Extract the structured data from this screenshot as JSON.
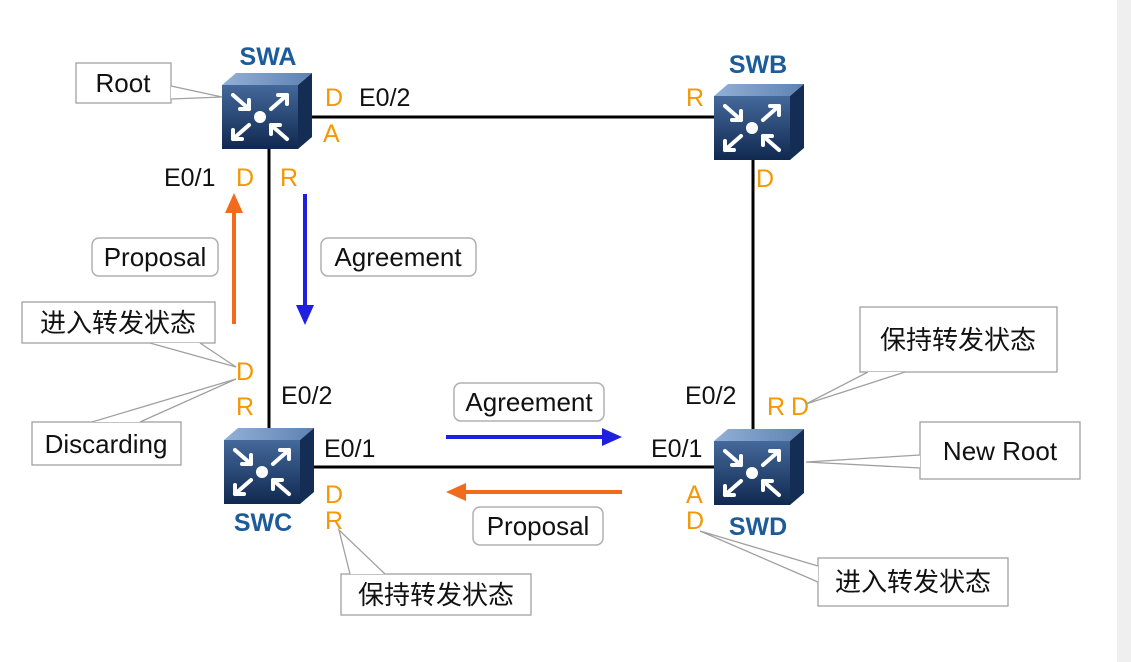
{
  "switches": {
    "swa": {
      "name": "SWA"
    },
    "swb": {
      "name": "SWB"
    },
    "swc": {
      "name": "SWC"
    },
    "swd": {
      "name": "SWD"
    }
  },
  "ports": {
    "swa": {
      "e02_name": "E0/2",
      "e02_role_1": "D",
      "e02_role_2": "A",
      "e01_name": "E0/1",
      "e01_role_1": "D",
      "e01_role_2": "R"
    },
    "swb": {
      "left_role": "R",
      "bottom_role": "D"
    },
    "swc": {
      "e02_name": "E0/2",
      "e02_role_1": "D",
      "e02_role_2": "R",
      "e01_name": "E0/1",
      "e01_role_1": "D",
      "e01_role_2": "R"
    },
    "swd": {
      "e02_name": "E0/2",
      "e02_role_1": "R",
      "e02_role_2": "D",
      "e01_name": "E0/1",
      "e01_role_1": "A",
      "e01_role_2": "D"
    }
  },
  "messages": {
    "left_proposal": "Proposal",
    "left_agreement": "Agreement",
    "bottom_agreement": "Agreement",
    "bottom_proposal": "Proposal"
  },
  "callouts": {
    "root": "Root",
    "new_root": "New Root",
    "discarding": "Discarding",
    "swc_enter_forwarding": "进入转发状态",
    "swd_keep_forwarding": "保持转发状态",
    "swc_keep_forwarding": "保持转发状态",
    "swd_enter_forwarding": "进入转发状态"
  },
  "colors": {
    "role": "#f39800",
    "port": "#111111",
    "switch_label": "#1b5c99",
    "link": "#000000",
    "proposal_arrow": "#f26a1b",
    "agreement_arrow": "#1f1fe0",
    "callout_border": "#a0a0a0"
  },
  "icons": {
    "switch": "switch-icon"
  }
}
